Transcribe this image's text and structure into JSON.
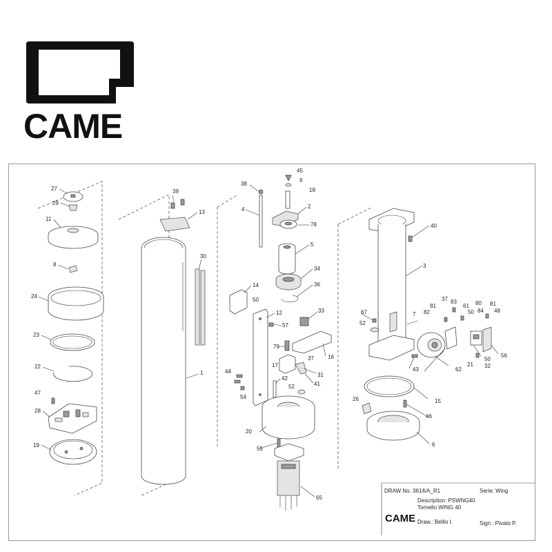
{
  "brand": {
    "name": "CAME"
  },
  "title_block": {
    "draw_label": "DRAW No. 3614/A_R1",
    "serie_label": "Serie: Wing",
    "description_label": "Description: PSWNG40",
    "description_name": "Tornello WING 40",
    "logo_text": "CAME",
    "drawn_by": "Draw.: Bellio I.",
    "signed_by": "Sign.: Pivato P."
  },
  "part_labels": [
    "1",
    "2",
    "3",
    "4",
    "5",
    "6",
    "7",
    "8",
    "9",
    "11",
    "12",
    "13",
    "14",
    "15",
    "16",
    "17",
    "18",
    "19",
    "20",
    "21",
    "22",
    "23",
    "24",
    "26",
    "27",
    "28",
    "29",
    "30",
    "31",
    "32",
    "33",
    "34",
    "36",
    "37",
    "38",
    "39",
    "40",
    "41",
    "42",
    "43",
    "44",
    "45",
    "46",
    "47",
    "48",
    "50",
    "52",
    "54",
    "55",
    "56",
    "57",
    "61",
    "62",
    "65",
    "67",
    "78",
    "79",
    "80",
    "81",
    "82",
    "83",
    "84"
  ],
  "callouts": [
    {
      "id": "27",
      "label": "27"
    },
    {
      "id": "29",
      "label": "29"
    },
    {
      "id": "11",
      "label": "11"
    },
    {
      "id": "8",
      "label": "8"
    },
    {
      "id": "24",
      "label": "24"
    },
    {
      "id": "23",
      "label": "23"
    },
    {
      "id": "22",
      "label": "22"
    },
    {
      "id": "47",
      "label": "47"
    },
    {
      "id": "28",
      "label": "28"
    },
    {
      "id": "19",
      "label": "19"
    },
    {
      "id": "39",
      "label": "39"
    },
    {
      "id": "13",
      "label": "13"
    },
    {
      "id": "30",
      "label": "30"
    },
    {
      "id": "1",
      "label": "1"
    },
    {
      "id": "38",
      "label": "38"
    },
    {
      "id": "4",
      "label": "4"
    },
    {
      "id": "45",
      "label": "45"
    },
    {
      "id": "9",
      "label": "9"
    },
    {
      "id": "18",
      "label": "18"
    },
    {
      "id": "2",
      "label": "2"
    },
    {
      "id": "78",
      "label": "78"
    },
    {
      "id": "5",
      "label": "5"
    },
    {
      "id": "34",
      "label": "34"
    },
    {
      "id": "36",
      "label": "36"
    },
    {
      "id": "14",
      "label": "14"
    },
    {
      "id": "50a",
      "label": "50"
    },
    {
      "id": "12",
      "label": "12"
    },
    {
      "id": "33",
      "label": "33"
    },
    {
      "id": "57",
      "label": "57"
    },
    {
      "id": "79",
      "label": "79"
    },
    {
      "id": "16",
      "label": "16"
    },
    {
      "id": "37a",
      "label": "37"
    },
    {
      "id": "17",
      "label": "17"
    },
    {
      "id": "31",
      "label": "31"
    },
    {
      "id": "41",
      "label": "41"
    },
    {
      "id": "42",
      "label": "42"
    },
    {
      "id": "52a",
      "label": "52"
    },
    {
      "id": "44",
      "label": "44"
    },
    {
      "id": "54",
      "label": "54"
    },
    {
      "id": "20",
      "label": "20"
    },
    {
      "id": "55",
      "label": "55"
    },
    {
      "id": "65",
      "label": "65"
    },
    {
      "id": "40",
      "label": "40"
    },
    {
      "id": "3",
      "label": "3"
    },
    {
      "id": "67",
      "label": "67"
    },
    {
      "id": "52b",
      "label": "52"
    },
    {
      "id": "7",
      "label": "7"
    },
    {
      "id": "37b",
      "label": "37"
    },
    {
      "id": "83",
      "label": "83"
    },
    {
      "id": "81a",
      "label": "81"
    },
    {
      "id": "82",
      "label": "82"
    },
    {
      "id": "61",
      "label": "61"
    },
    {
      "id": "50b",
      "label": "50"
    },
    {
      "id": "80",
      "label": "80"
    },
    {
      "id": "84",
      "label": "84"
    },
    {
      "id": "81b",
      "label": "81"
    },
    {
      "id": "48",
      "label": "48"
    },
    {
      "id": "56",
      "label": "56"
    },
    {
      "id": "50c",
      "label": "50"
    },
    {
      "id": "21",
      "label": "21"
    },
    {
      "id": "32",
      "label": "32"
    },
    {
      "id": "43",
      "label": "43"
    },
    {
      "id": "62",
      "label": "62"
    },
    {
      "id": "15",
      "label": "15"
    },
    {
      "id": "26",
      "label": "26"
    },
    {
      "id": "46",
      "label": "46"
    },
    {
      "id": "6",
      "label": "6"
    }
  ]
}
